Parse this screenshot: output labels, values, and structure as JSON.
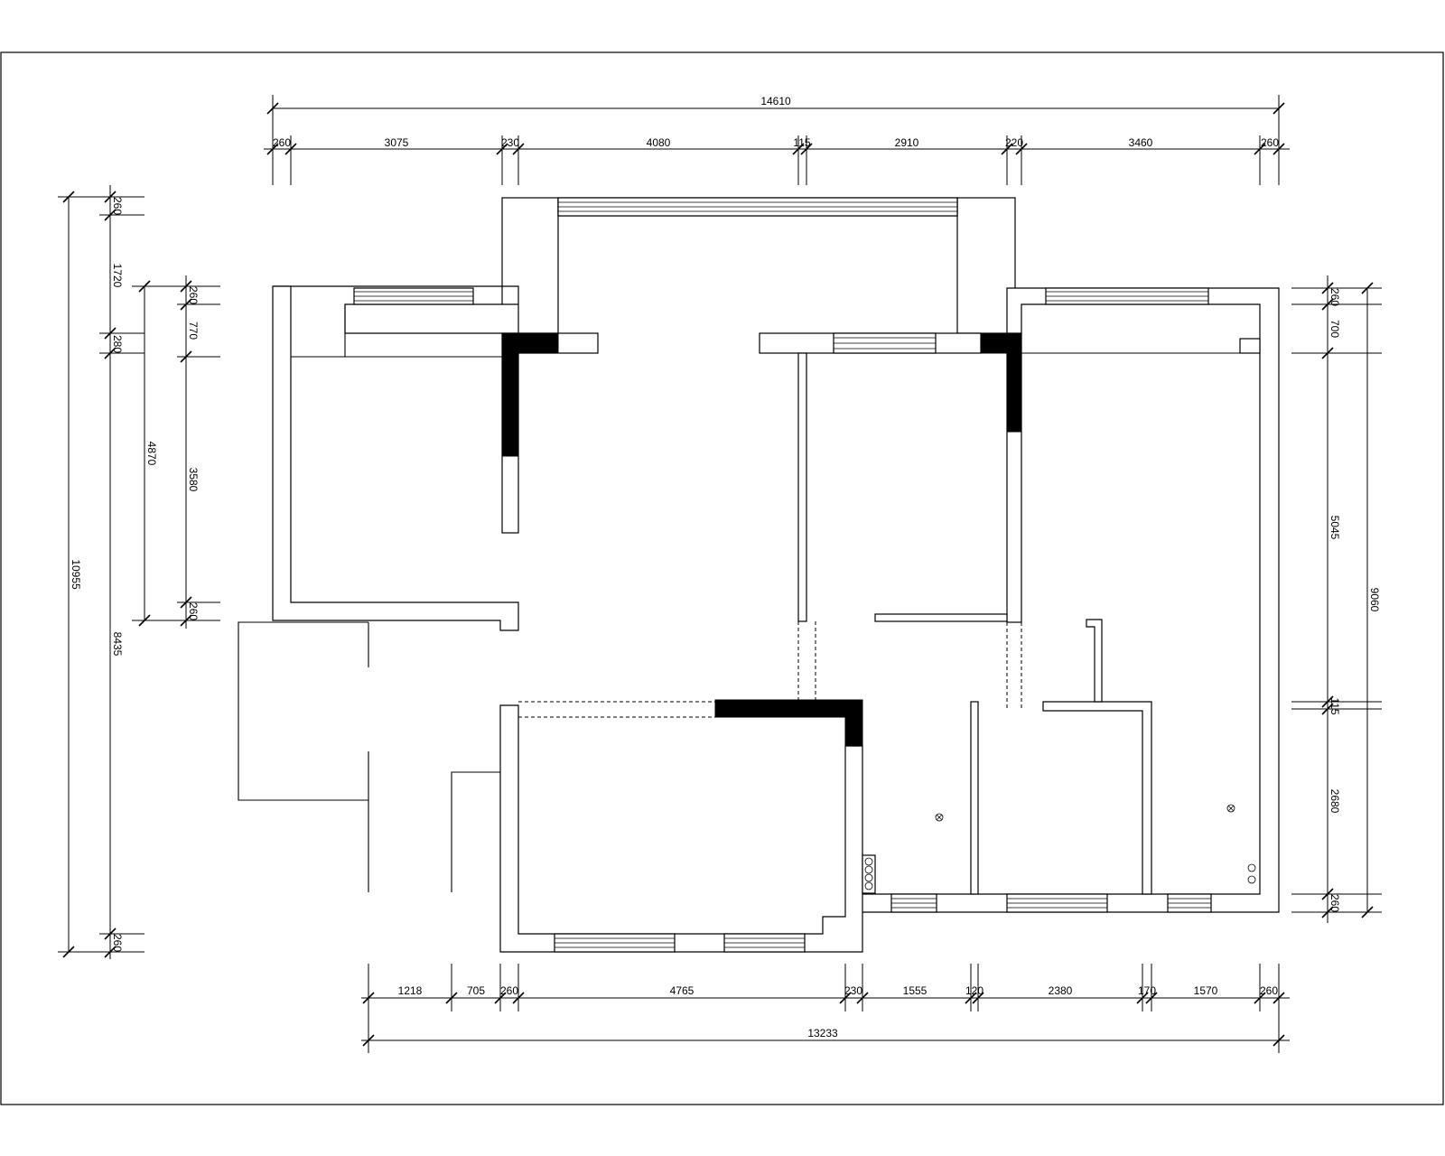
{
  "dimensions": {
    "top_total": "14610",
    "top_segments": [
      "260",
      "3075",
      "230",
      "4080",
      "115",
      "2910",
      "220",
      "3460",
      "260"
    ],
    "bottom_total": "13233",
    "bottom_segments": [
      "1218",
      "705",
      "260",
      "4765",
      "230",
      "1555",
      "120",
      "2380",
      "170",
      "1570",
      "260"
    ],
    "left_outer_total": "10955",
    "left_outer": [
      "260",
      "1720",
      "280",
      "8435",
      "260"
    ],
    "left_inner_total": "4870",
    "left_inner": [
      "260",
      "770",
      "3580",
      "260"
    ],
    "right_total": "9060",
    "right_segments": [
      "260",
      "700",
      "5045",
      "115",
      "2680",
      "260"
    ]
  }
}
